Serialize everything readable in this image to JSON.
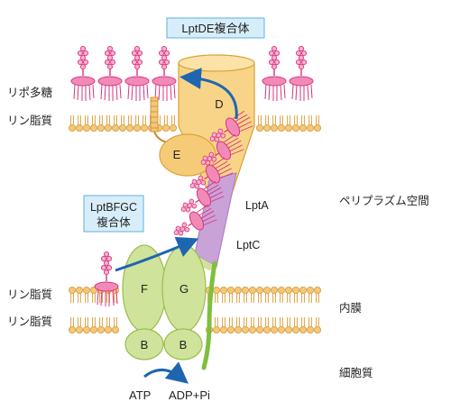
{
  "labels": {
    "complex_de": "LptDE複合体",
    "complex_bfgc_line1": "LptBFGC",
    "complex_bfgc_line2": "複合体",
    "lps": "リポ多糖",
    "phospholipid": "リン脂質",
    "periplasm": "ペリプラズム空間",
    "inner_membrane": "内膜",
    "cytoplasm": "細胞質",
    "lptA": "LptA",
    "lptC": "LptC",
    "subunit_d": "D",
    "subunit_e": "E",
    "subunit_f": "F",
    "subunit_g": "G",
    "subunit_b": "B",
    "atp": "ATP",
    "adp_pi": "ADP+Pi"
  },
  "colors": {
    "membrane_lipid": "#f2c87a",
    "lipid_tail": "#e9b24a",
    "lps_pink": "#e03a8c",
    "lps_sugar": "#f28ab8",
    "lptDE": "#f8d488",
    "lptDE_edge": "#d9a23a",
    "lptA_purple": "#c9a2d8",
    "lptBFG_green": "#cfe39a",
    "lptBFG_edge": "#9bbd4f",
    "lptC_line": "#7fbf3f",
    "arrow_blue": "#1f66b0",
    "box_fill": "#d7eefa",
    "box_edge": "#5bb3e0"
  },
  "icons": [
    "arrow-curved",
    "lipid-headgroup",
    "lps-molecule"
  ]
}
